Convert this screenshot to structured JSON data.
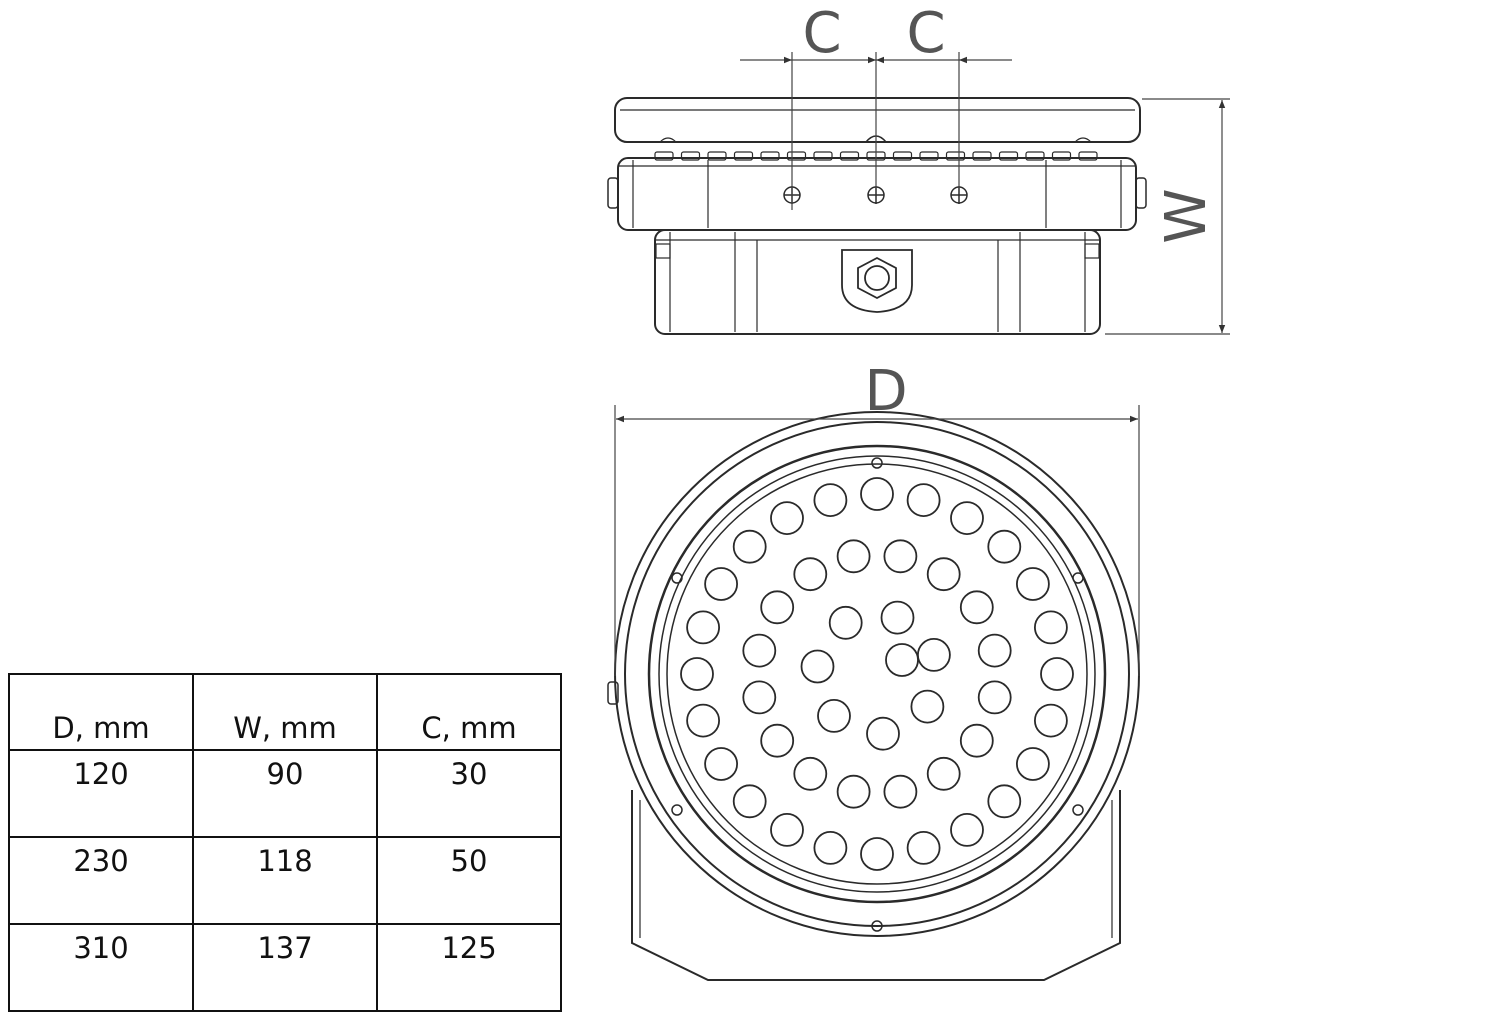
{
  "dimension_labels": {
    "c_left": "C",
    "c_right": "C",
    "w": "W",
    "d": "D"
  },
  "table": {
    "headers": [
      "D, mm",
      "W, mm",
      "C, mm"
    ],
    "rows": [
      [
        "120",
        "90",
        "30"
      ],
      [
        "230",
        "118",
        "50"
      ],
      [
        "310",
        "137",
        "125"
      ]
    ]
  },
  "colors": {
    "line": "#2a2a2a",
    "dim_text": "#555555"
  },
  "led_count": 48
}
